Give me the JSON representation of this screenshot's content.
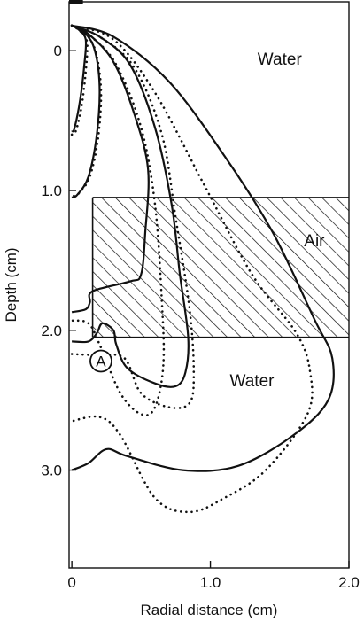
{
  "chart_data": {
    "type": "line",
    "xlabel": "Radial distance (cm)",
    "ylabel": "Depth (cm)",
    "xlim": [
      -0.02,
      2.0
    ],
    "ylim": [
      3.7,
      -0.35
    ],
    "x_ticks": [
      {
        "value": 0,
        "label": "0"
      },
      {
        "value": 1.0,
        "label": "1.0"
      },
      {
        "value": 2.0,
        "label": "2.0"
      }
    ],
    "y_ticks": [
      {
        "value": 0,
        "label": "0"
      },
      {
        "value": 1.0,
        "label": "1.0"
      },
      {
        "value": 2.0,
        "label": "2.0"
      },
      {
        "value": 3.0,
        "label": "3.0"
      }
    ],
    "regions": [
      {
        "label": "Water",
        "x": 1.5,
        "y": 0.1
      },
      {
        "label": "Air",
        "x": 1.75,
        "y": 1.4
      },
      {
        "label": "Water",
        "x": 1.3,
        "y": 2.4
      }
    ],
    "air_layer": {
      "x_from": 0.15,
      "x_to": 2.0,
      "depth_from": 1.05,
      "depth_to": 2.05
    },
    "marker": {
      "label": "A",
      "x": 0.21,
      "y": 2.22
    },
    "series": [
      {
        "style": "solid",
        "points": [
          [
            0,
            -0.18
          ],
          [
            0.05,
            -0.15
          ],
          [
            0.1,
            -0.08
          ],
          [
            0.09,
            0.1
          ],
          [
            0.06,
            0.35
          ],
          [
            0.02,
            0.55
          ],
          [
            0,
            0.58
          ]
        ]
      },
      {
        "style": "solid",
        "points": [
          [
            0,
            -0.18
          ],
          [
            0.08,
            -0.14
          ],
          [
            0.16,
            -0.02
          ],
          [
            0.2,
            0.25
          ],
          [
            0.18,
            0.6
          ],
          [
            0.12,
            0.9
          ],
          [
            0.04,
            1.03
          ],
          [
            0,
            1.05
          ]
        ]
      },
      {
        "style": "solid",
        "points": [
          [
            0,
            -0.18
          ],
          [
            0.12,
            -0.12
          ],
          [
            0.3,
            0.08
          ],
          [
            0.45,
            0.45
          ],
          [
            0.55,
            0.85
          ],
          [
            0.53,
            1.3
          ],
          [
            0.5,
            1.6
          ],
          [
            0.42,
            1.65
          ],
          [
            0.15,
            1.72
          ],
          [
            0.13,
            1.8
          ],
          [
            0.1,
            1.85
          ],
          [
            0,
            1.87
          ]
        ]
      },
      {
        "style": "solid",
        "points": [
          [
            0,
            -0.18
          ],
          [
            0.2,
            -0.1
          ],
          [
            0.42,
            0.1
          ],
          [
            0.6,
            0.55
          ],
          [
            0.72,
            1.1
          ],
          [
            0.78,
            1.6
          ],
          [
            0.84,
            2.05
          ],
          [
            0.82,
            2.3
          ],
          [
            0.75,
            2.4
          ],
          [
            0.6,
            2.38
          ],
          [
            0.4,
            2.27
          ],
          [
            0.32,
            2.1
          ],
          [
            0.3,
            2.0
          ],
          [
            0.22,
            1.95
          ],
          [
            0.18,
            2.02
          ],
          [
            0.12,
            2.08
          ],
          [
            0,
            2.08
          ]
        ]
      },
      {
        "style": "solid",
        "points": [
          [
            0,
            -0.18
          ],
          [
            0.3,
            -0.1
          ],
          [
            0.7,
            0.22
          ],
          [
            1.1,
            0.75
          ],
          [
            1.45,
            1.3
          ],
          [
            1.75,
            1.92
          ],
          [
            1.88,
            2.2
          ],
          [
            1.85,
            2.5
          ],
          [
            1.6,
            2.75
          ],
          [
            1.2,
            2.97
          ],
          [
            0.8,
            3.0
          ],
          [
            0.4,
            2.9
          ],
          [
            0.25,
            2.85
          ],
          [
            0.12,
            2.95
          ],
          [
            0,
            3.0
          ]
        ]
      },
      {
        "style": "dotted",
        "points": [
          [
            0,
            -0.18
          ],
          [
            0.06,
            -0.14
          ],
          [
            0.11,
            -0.06
          ],
          [
            0.1,
            0.15
          ],
          [
            0.07,
            0.4
          ],
          [
            0.03,
            0.57
          ],
          [
            0,
            0.6
          ]
        ]
      },
      {
        "style": "dotted",
        "points": [
          [
            0,
            -0.18
          ],
          [
            0.09,
            -0.13
          ],
          [
            0.17,
            0
          ],
          [
            0.21,
            0.28
          ],
          [
            0.19,
            0.62
          ],
          [
            0.13,
            0.9
          ],
          [
            0.05,
            1.02
          ],
          [
            0,
            1.04
          ]
        ]
      },
      {
        "style": "dotted",
        "points": [
          [
            0,
            -0.18
          ],
          [
            0.14,
            -0.1
          ],
          [
            0.32,
            0.1
          ],
          [
            0.5,
            0.55
          ],
          [
            0.6,
            1.1
          ],
          [
            0.65,
            1.8
          ],
          [
            0.66,
            2.25
          ],
          [
            0.6,
            2.55
          ],
          [
            0.5,
            2.6
          ],
          [
            0.35,
            2.45
          ],
          [
            0.2,
            2.1
          ],
          [
            0.12,
            1.95
          ],
          [
            0,
            1.93
          ]
        ]
      },
      {
        "style": "dotted",
        "points": [
          [
            0,
            -0.18
          ],
          [
            0.2,
            -0.1
          ],
          [
            0.45,
            0.12
          ],
          [
            0.65,
            0.6
          ],
          [
            0.75,
            1.2
          ],
          [
            0.85,
            1.85
          ],
          [
            0.88,
            2.3
          ],
          [
            0.85,
            2.52
          ],
          [
            0.7,
            2.55
          ],
          [
            0.5,
            2.45
          ],
          [
            0.38,
            2.2
          ],
          [
            0.2,
            2.18
          ],
          [
            0,
            2.17
          ]
        ]
      },
      {
        "style": "dotted",
        "points": [
          [
            0,
            -0.18
          ],
          [
            0.3,
            -0.08
          ],
          [
            0.6,
            0.3
          ],
          [
            0.95,
            0.95
          ],
          [
            1.3,
            1.6
          ],
          [
            1.62,
            2.02
          ],
          [
            1.72,
            2.3
          ],
          [
            1.7,
            2.6
          ],
          [
            1.4,
            3.0
          ],
          [
            1.1,
            3.2
          ],
          [
            0.85,
            3.3
          ],
          [
            0.6,
            3.2
          ],
          [
            0.35,
            2.75
          ],
          [
            0.2,
            2.62
          ],
          [
            0,
            2.65
          ]
        ]
      }
    ]
  }
}
